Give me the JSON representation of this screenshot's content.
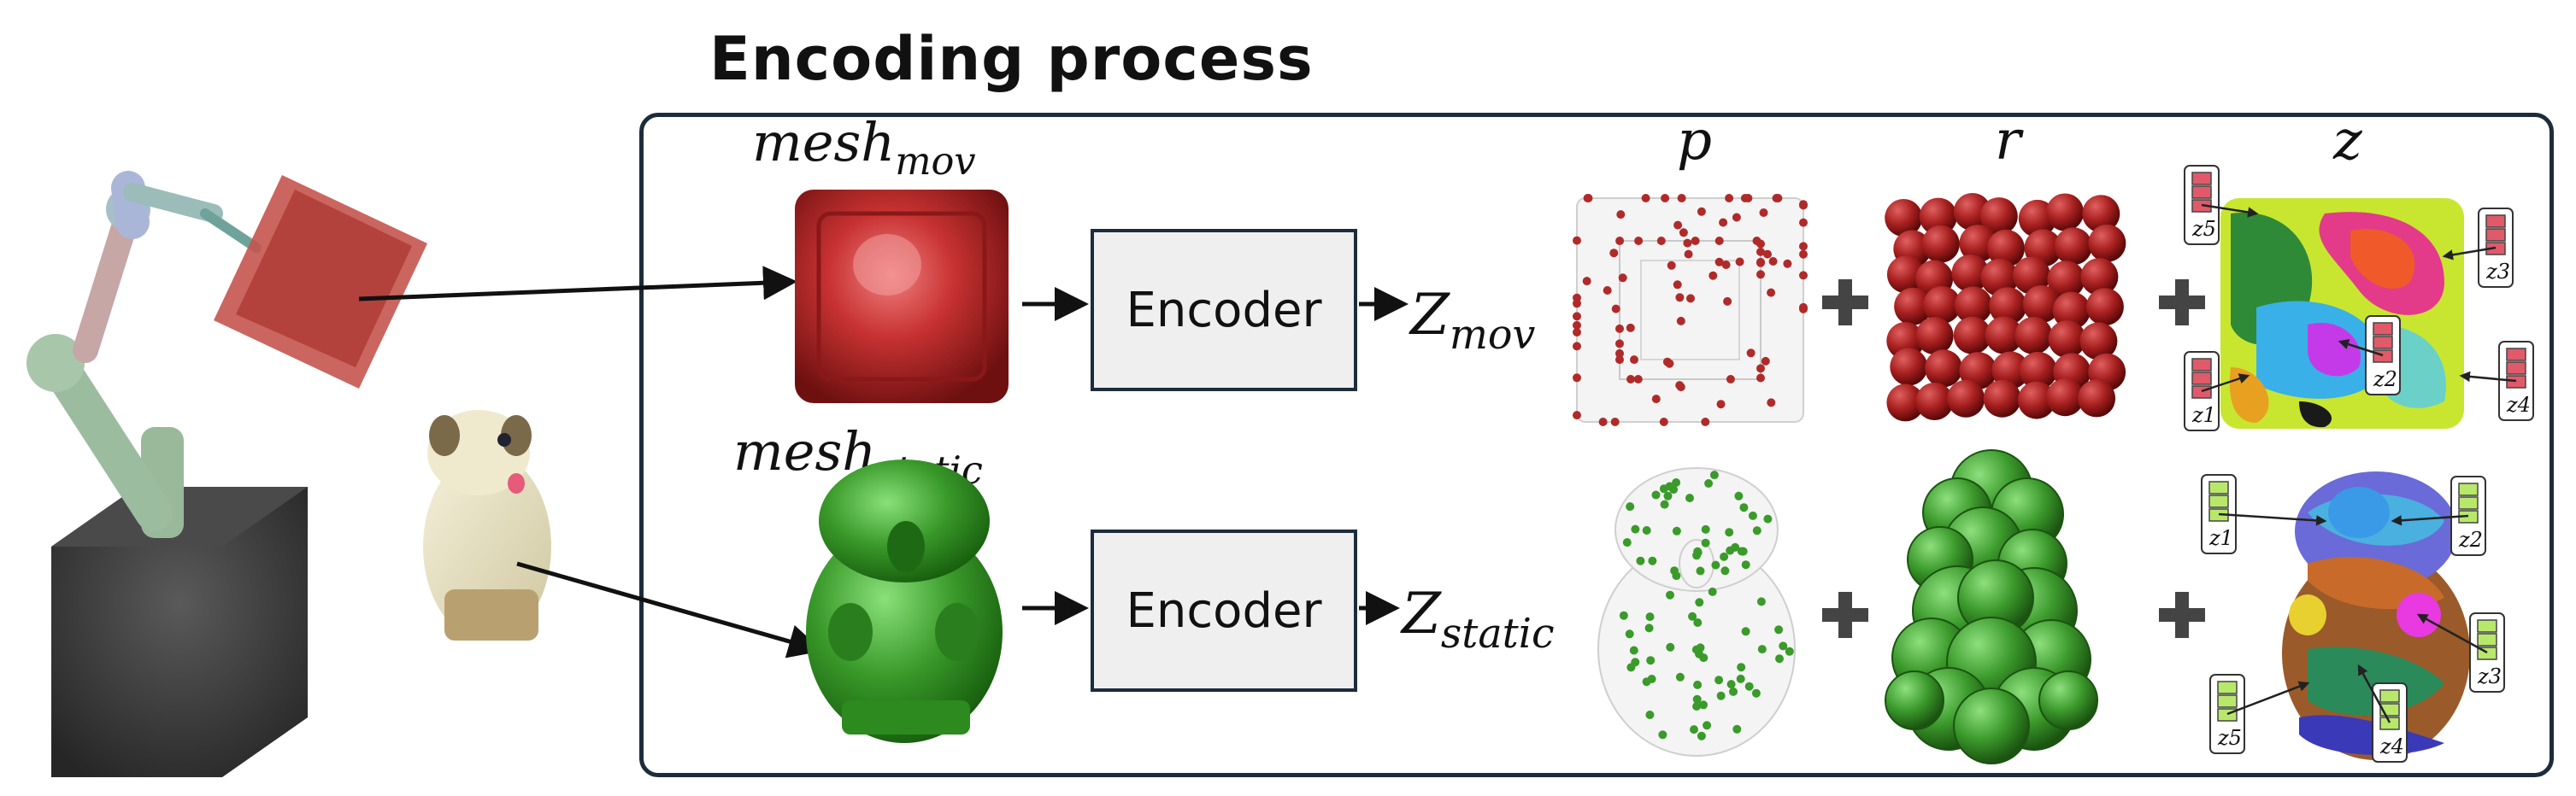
{
  "title": "Encoding process",
  "encoder_label": "Encoder",
  "rows": [
    {
      "mesh_base": "mesh",
      "mesh_sub": "mov",
      "latent_base": "Z",
      "latent_sub": "mov",
      "feature_labels": [
        "z1",
        "z2",
        "z3",
        "z4",
        "z5"
      ],
      "color": "#b02a2a"
    },
    {
      "mesh_base": "mesh",
      "mesh_sub": "static",
      "latent_base": "Z",
      "latent_sub": "static",
      "feature_labels": [
        "z1",
        "z2",
        "z3",
        "z4",
        "z5"
      ],
      "color": "#3a9a2a"
    }
  ],
  "column_labels": {
    "p": "p",
    "r": "r",
    "z": "z"
  },
  "plus_symbol": "+",
  "colors": {
    "frame": "#1c2c3c",
    "encoder_fill": "#efefef",
    "mov_red": "#b02a2a",
    "static_green": "#3a9a2a",
    "mov_feature": "#e05a6a",
    "static_feature": "#b8e86a"
  }
}
